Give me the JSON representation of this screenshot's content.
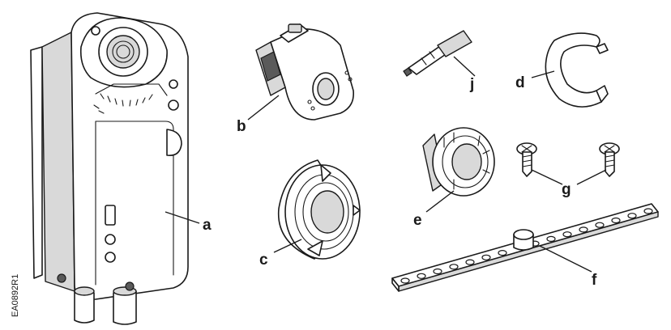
{
  "figure_code": "EA0892R1",
  "labels": {
    "a": "a",
    "b": "b",
    "c": "c",
    "d": "d",
    "e": "e",
    "f": "f",
    "g": "g",
    "j": "j"
  }
}
